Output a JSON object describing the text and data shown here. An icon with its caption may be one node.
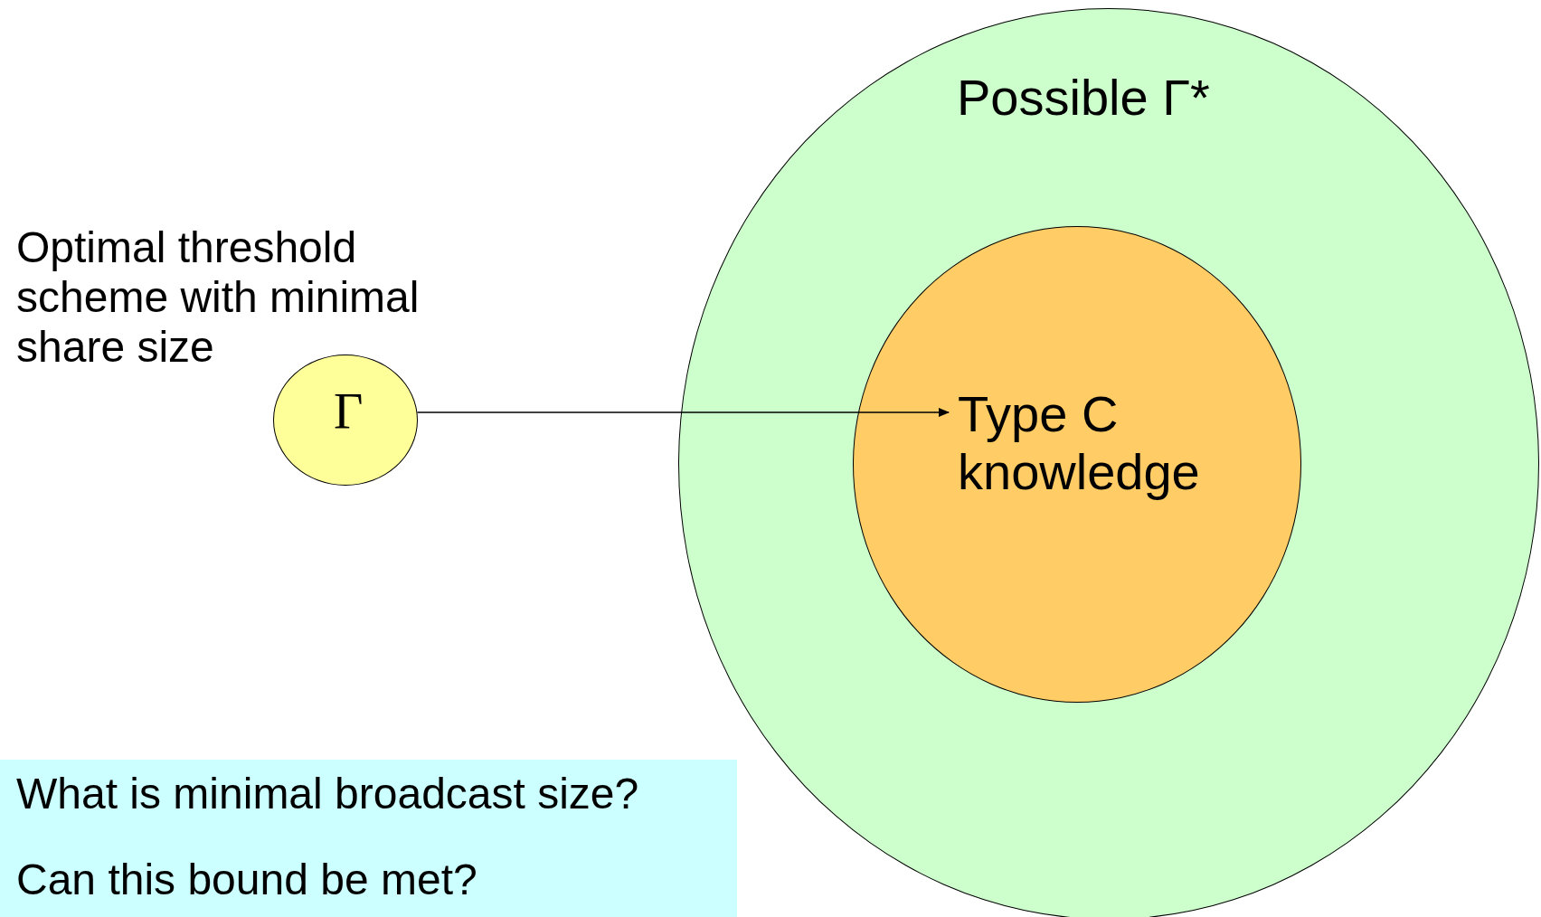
{
  "diagram": {
    "nodes": [
      {
        "text": [
          "Possible Γ*"
        ]
      },
      {
        "text": [
          "Type C knowledge"
        ],
        "in": 0
      },
      {
        "text": [
          "Γ"
        ],
        "beside": [
          "Optimal threshold scheme with minimal share size"
        ]
      },
      {
        "text": [
          "What is minimal broadcast size?",
          "Can this bound be met?"
        ]
      }
    ],
    "edges": [
      {
        "from": 2,
        "to": 1,
        "arrow": "to"
      }
    ]
  }
}
